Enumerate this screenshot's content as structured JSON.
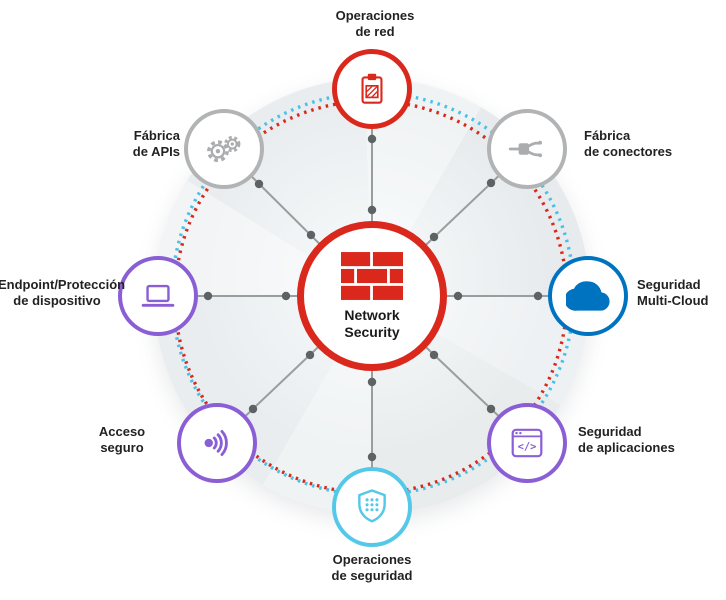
{
  "diagram": {
    "center": {
      "label": "Network\nSecurity",
      "icon": "brick-wall-icon",
      "color": "#da291c"
    },
    "nodes": [
      {
        "id": "operaciones-de-red",
        "label": "Operaciones\nde red",
        "color": "#da291c",
        "icon": "clipboard-report-icon"
      },
      {
        "id": "fabrica-de-conectores",
        "label": "Fábrica\nde conectores",
        "color": "#b1b3b5",
        "icon": "connector-icon"
      },
      {
        "id": "seguridad-multi-cloud",
        "label": "Seguridad\nMulti-Cloud",
        "color": "#0073c0",
        "icon": "cloud-icon"
      },
      {
        "id": "seguridad-de-aplicaciones",
        "label": "Seguridad\nde aplicaciones",
        "color": "#8a5ed5",
        "icon": "app-window-code-icon"
      },
      {
        "id": "operaciones-de-seguridad",
        "label": "Operaciones\nde seguridad",
        "color": "#54c8e8",
        "icon": "shield-dots-icon"
      },
      {
        "id": "acceso-seguro",
        "label": "Acceso\nseguro",
        "color": "#8a5ed5",
        "icon": "signal-icon"
      },
      {
        "id": "endpoint-proteccion",
        "label": "Endpoint/Protección\nde dispositivo",
        "color": "#8a5ed5",
        "icon": "laptop-icon"
      },
      {
        "id": "fabrica-de-apis",
        "label": "Fábrica\nde APIs",
        "color": "#b1b3b5",
        "icon": "gears-icon"
      }
    ],
    "colors": {
      "ring_red": "#da291c",
      "ring_cyan": "#45c2e6",
      "spoke": "#989da0",
      "dot": "#5d6365",
      "disc": "#e9edef"
    }
  }
}
